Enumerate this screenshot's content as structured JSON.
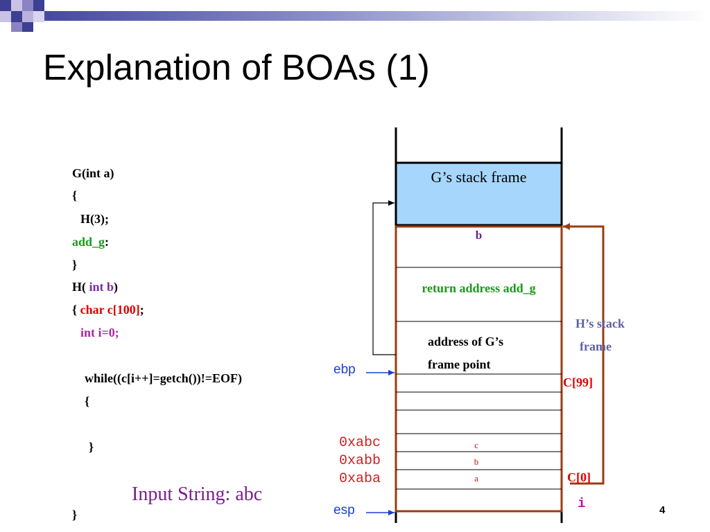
{
  "slide": {
    "title": "Explanation of BOAs (1)",
    "page_number": "4",
    "input_string": "Input String: abc"
  },
  "code": {
    "line1": "G(int a)",
    "line2": "{",
    "line3": "H(3);",
    "line4_label": "add_g",
    "line4_colon": ":",
    "line5": "}",
    "line6_a": "H(",
    "line6_b": "int b",
    "line6_c": ")",
    "line7_a": "{",
    "line7_b": "char c[100]",
    "line7_c": ";",
    "line8": "int i=0;",
    "line9": "while((c[i++]=getch())!=EOF)",
    "line10": "{",
    "line11": "}",
    "line12": "}"
  },
  "stack": {
    "g_frame": "G’s stack frame",
    "b": "b",
    "return_address": "return address add_g",
    "frame_pointer_line1": "address of G’s",
    "frame_pointer_line2": "frame   point",
    "cell_c": "c",
    "cell_b": "b",
    "cell_a": "a",
    "h_frame_line1": "H’s stack",
    "h_frame_line2": "frame",
    "c99": "C[99]",
    "c0": "C[0]",
    "i": "i",
    "addr_abc": "0xabc",
    "addr_abb": "0xabb",
    "addr_aba": "0xaba",
    "ebp": "ebp",
    "esp": "esp"
  },
  "colors": {
    "frame_fill": "#a6d6fb",
    "frame_border": "#000000",
    "h_frame_border": "#9c3a10",
    "code_green": "#1a9a1a",
    "code_red": "#dd0000",
    "code_purple": "#7a2aa6",
    "code_magenta": "#b0259e",
    "register_blue": "#1a3fd6",
    "address_red": "#cc2222",
    "h_label": "#6060a0"
  }
}
